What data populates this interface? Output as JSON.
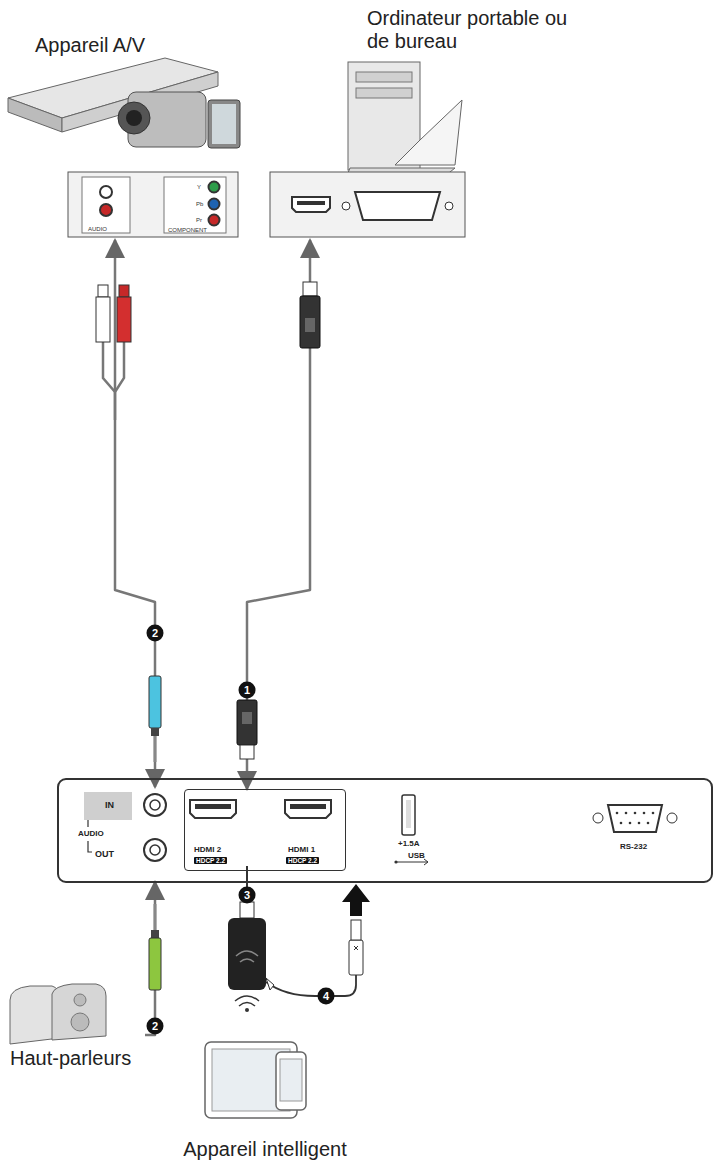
{
  "diagram": {
    "nodes": [
      {
        "text": [
          "Appareil A/V"
        ]
      },
      {
        "text": [
          "Ordinateur portable ou de bureau"
        ]
      },
      {
        "text": [
          "RS-232"
        ]
      },
      {
        "text": [
          "AUDIO",
          "IN",
          "OUT"
        ],
        "in": 2
      },
      {
        "text": [
          "HDMI 2",
          "HDCP 2.2",
          "HDMI 1",
          "HDCP 2.2"
        ],
        "in": 2
      },
      {
        "text": [
          "+1.5A",
          "USB"
        ],
        "in": 2
      },
      {
        "text": [
          "Haut-parleurs"
        ]
      },
      {
        "text": [
          "Appareil intelligent"
        ]
      }
    ],
    "edges": [
      {
        "from": 1,
        "to": 4,
        "arrow": "both",
        "label": "1"
      },
      {
        "from": 0,
        "to": 3,
        "arrow": "both",
        "label": "2"
      },
      {
        "from": 6,
        "to": 3,
        "arrow": "to",
        "label": "2"
      }
    ],
    "labels": [
      "3",
      "4",
      "AUDIO",
      "COMPONENT",
      "Y",
      "Pb",
      "Pr"
    ]
  }
}
